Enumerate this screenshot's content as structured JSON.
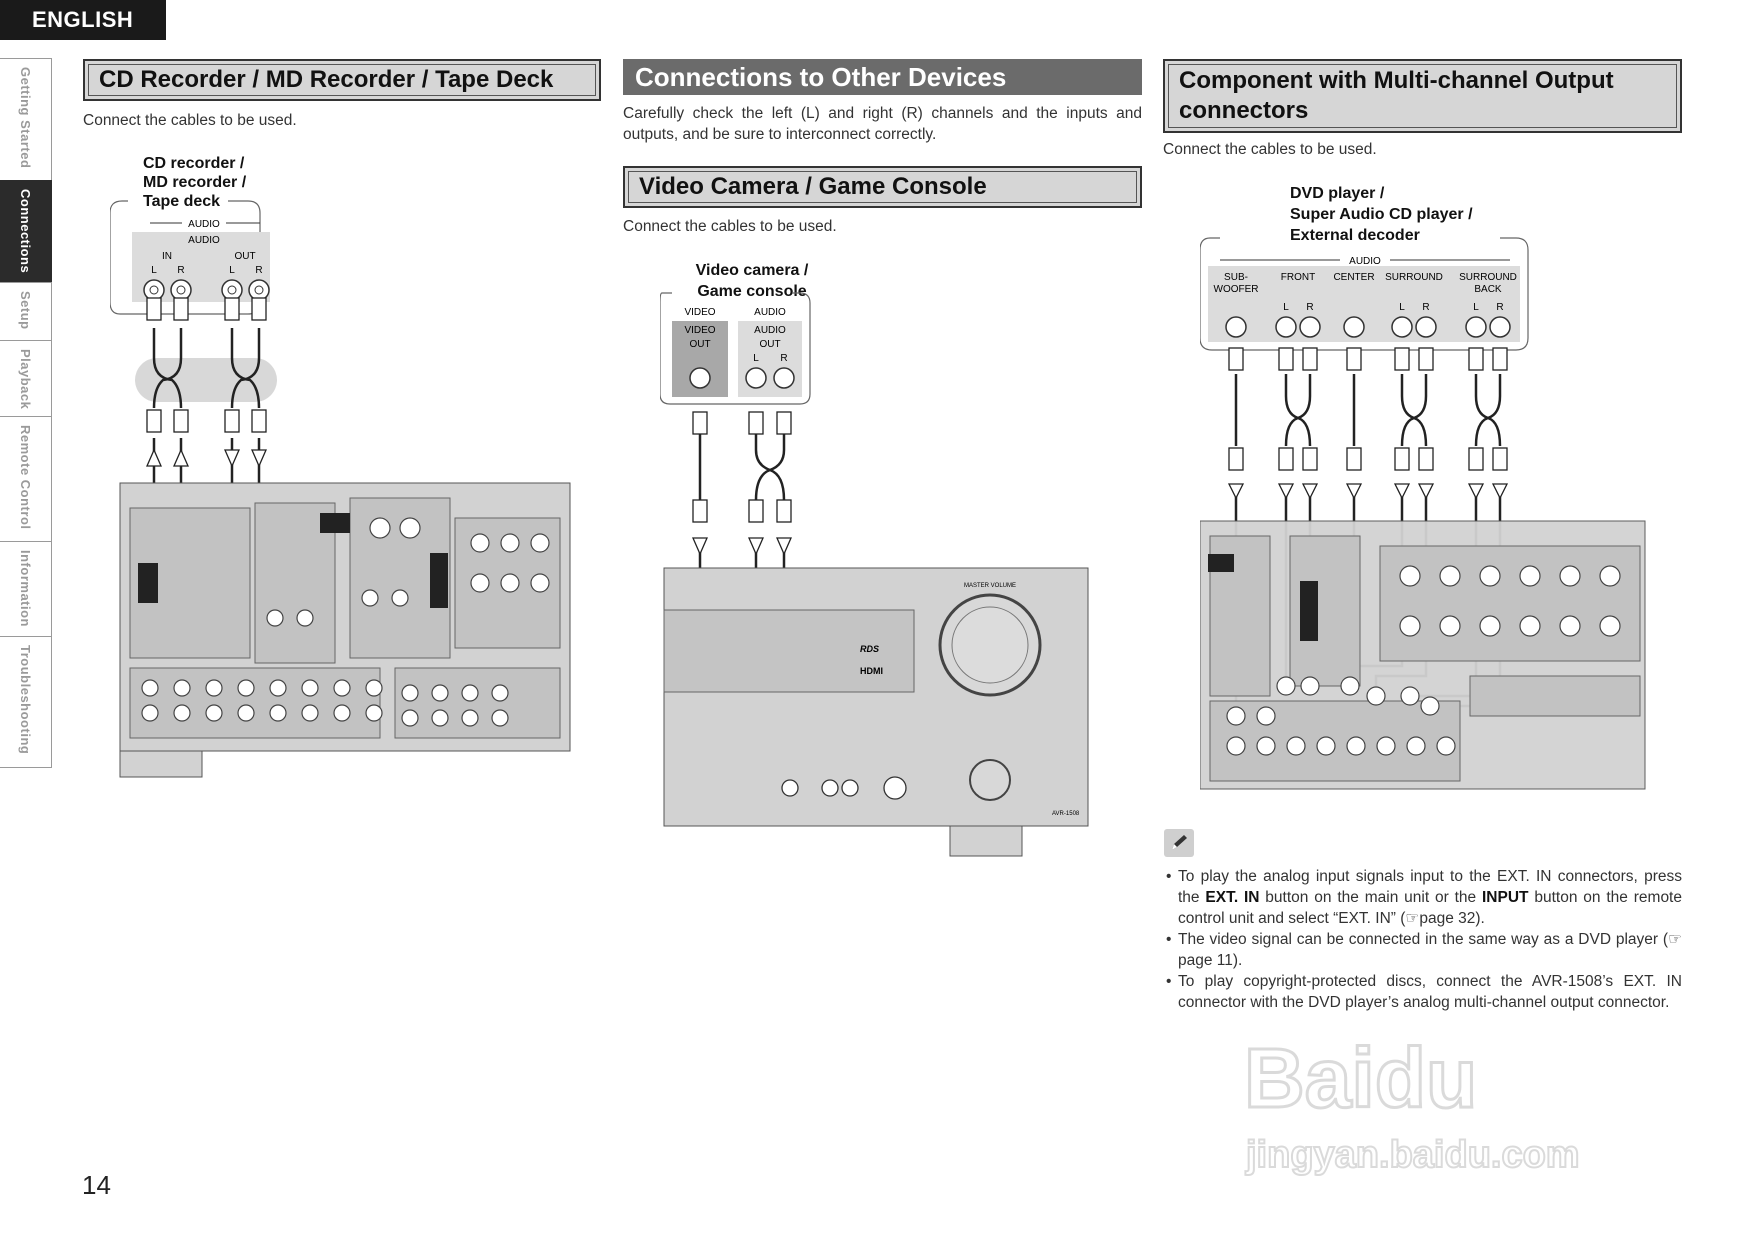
{
  "language_tab": "ENGLISH",
  "side_tabs": [
    {
      "label": "Getting Started",
      "active": false
    },
    {
      "label": "Connections",
      "active": true
    },
    {
      "label": "Setup",
      "active": false
    },
    {
      "label": "Playback",
      "active": false
    },
    {
      "label": "Remote Control",
      "active": false
    },
    {
      "label": "Information",
      "active": false
    },
    {
      "label": "Troubleshooting",
      "active": false
    }
  ],
  "section1": {
    "title": "CD Recorder / MD Recorder / Tape Deck",
    "intro": "Connect the cables to be used.",
    "device_lines": [
      "CD recorder /",
      "MD recorder /",
      "Tape deck"
    ],
    "panel": {
      "group": "AUDIO",
      "sub": "AUDIO",
      "in": "IN",
      "out": "OUT",
      "l": "L",
      "r": "R"
    }
  },
  "section2": {
    "title": "Connections to Other Devices",
    "intro": "Carefully check the left (L) and right (R) channels and the inputs and outputs, and be sure to interconnect correctly.",
    "sub_title": "Video Camera / Game Console",
    "sub_intro": "Connect the cables to be used.",
    "device_lines": [
      "Video camera /",
      "Game console"
    ],
    "panel": {
      "video_group": "VIDEO",
      "video_sub": "VIDEO",
      "video_out": "OUT",
      "audio_group": "AUDIO",
      "audio_sub": "AUDIO",
      "audio_out": "OUT",
      "l": "L",
      "r": "R"
    }
  },
  "section3": {
    "title_line1": "Component with Multi-channel Output",
    "title_line2": "connectors",
    "intro": "Connect the cables to be used.",
    "device_lines": [
      "DVD player /",
      "Super Audio CD player /",
      "External decoder"
    ],
    "panel": {
      "group": "AUDIO",
      "subwoofer1": "SUB-",
      "subwoofer2": "WOOFER",
      "front": "FRONT",
      "center": "CENTER",
      "surround": "SURROUND",
      "surround_back1": "SURROUND",
      "surround_back2": "BACK",
      "l": "L",
      "r": "R"
    }
  },
  "notes": {
    "n1_a": "To play the analog input signals input to the EXT. IN connectors, press the ",
    "n1_b1": "EXT. IN",
    "n1_c": " button on the main unit or the ",
    "n1_b2": "INPUT",
    "n1_d": " button on the remote control unit and select “EXT. IN” (",
    "n1_e": "page 32).",
    "n2_a": "The video signal can be connected in the same way as a DVD player (",
    "n2_b": "page 11).",
    "n3": "To play copyright-protected discs, connect the AVR-1508’s EXT. IN connector with the DVD player’s analog multi-channel output connector."
  },
  "page_number": "14",
  "receiver": {
    "model": "AVR-1508",
    "rds": "RDS",
    "hdmi": "HDMI",
    "master_volume": "MASTER VOLUME"
  },
  "watermark": {
    "brand": "Baidu",
    "site": "jingyan.baidu.com"
  }
}
